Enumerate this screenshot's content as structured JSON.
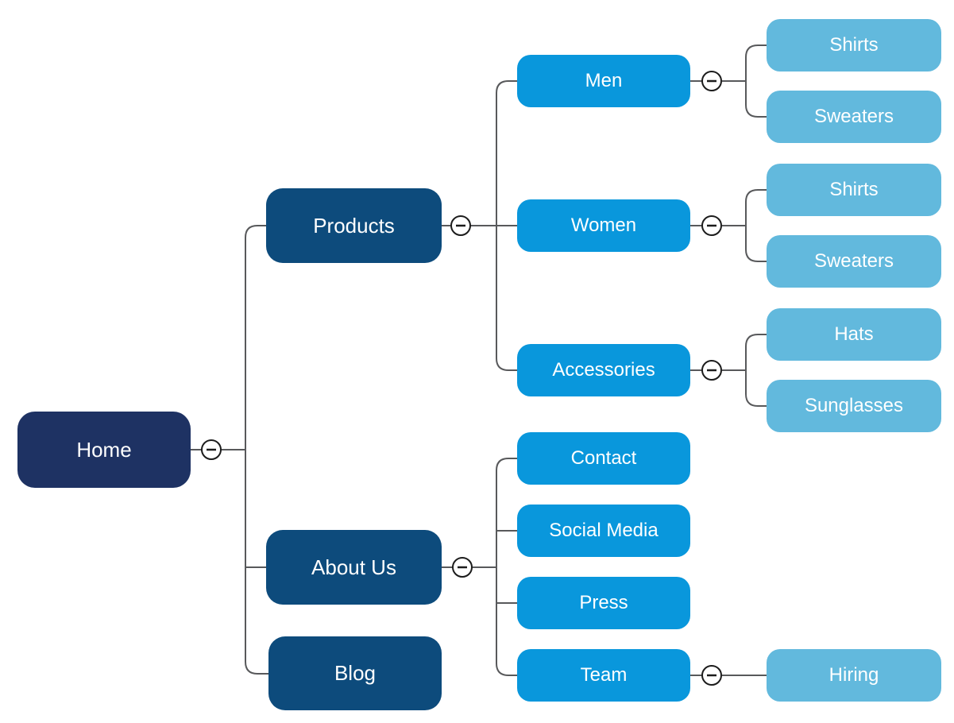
{
  "diagram": {
    "type": "sitemap-mindmap",
    "background": "#ffffff",
    "colors": {
      "root_bg": "#1e3263",
      "level1_bg": "#0d4b7c",
      "level2_bg": "#0997dc",
      "level3_bg": "#62b9dd",
      "text": "#ffffff",
      "connector": "#58595b",
      "toggle_stroke": "#1c1c1c",
      "toggle_fill": "#ffffff"
    },
    "toggle_symbol": "−",
    "toggles": [
      {
        "node": "Home",
        "state": "expanded"
      },
      {
        "node": "Products",
        "state": "expanded"
      },
      {
        "node": "About Us",
        "state": "expanded"
      },
      {
        "node": "Men",
        "state": "expanded"
      },
      {
        "node": "Women",
        "state": "expanded"
      },
      {
        "node": "Accessories",
        "state": "expanded"
      },
      {
        "node": "Team",
        "state": "expanded"
      }
    ],
    "nodes": [
      {
        "label": "Home",
        "level": 0,
        "parent": null
      },
      {
        "label": "Products",
        "level": 1,
        "parent": "Home"
      },
      {
        "label": "About Us",
        "level": 1,
        "parent": "Home"
      },
      {
        "label": "Blog",
        "level": 1,
        "parent": "Home"
      },
      {
        "label": "Men",
        "level": 2,
        "parent": "Products"
      },
      {
        "label": "Women",
        "level": 2,
        "parent": "Products"
      },
      {
        "label": "Accessories",
        "level": 2,
        "parent": "Products"
      },
      {
        "label": "Contact",
        "level": 2,
        "parent": "About Us"
      },
      {
        "label": "Social Media",
        "level": 2,
        "parent": "About Us"
      },
      {
        "label": "Press",
        "level": 2,
        "parent": "About Us"
      },
      {
        "label": "Team",
        "level": 2,
        "parent": "About Us"
      },
      {
        "label": "Shirts",
        "level": 3,
        "parent": "Men"
      },
      {
        "label": "Sweaters",
        "level": 3,
        "parent": "Men"
      },
      {
        "label": "Shirts",
        "level": 3,
        "parent": "Women"
      },
      {
        "label": "Sweaters",
        "level": 3,
        "parent": "Women"
      },
      {
        "label": "Hats",
        "level": 3,
        "parent": "Accessories"
      },
      {
        "label": "Sunglasses",
        "level": 3,
        "parent": "Accessories"
      },
      {
        "label": "Hiring",
        "level": 3,
        "parent": "Team"
      }
    ]
  }
}
